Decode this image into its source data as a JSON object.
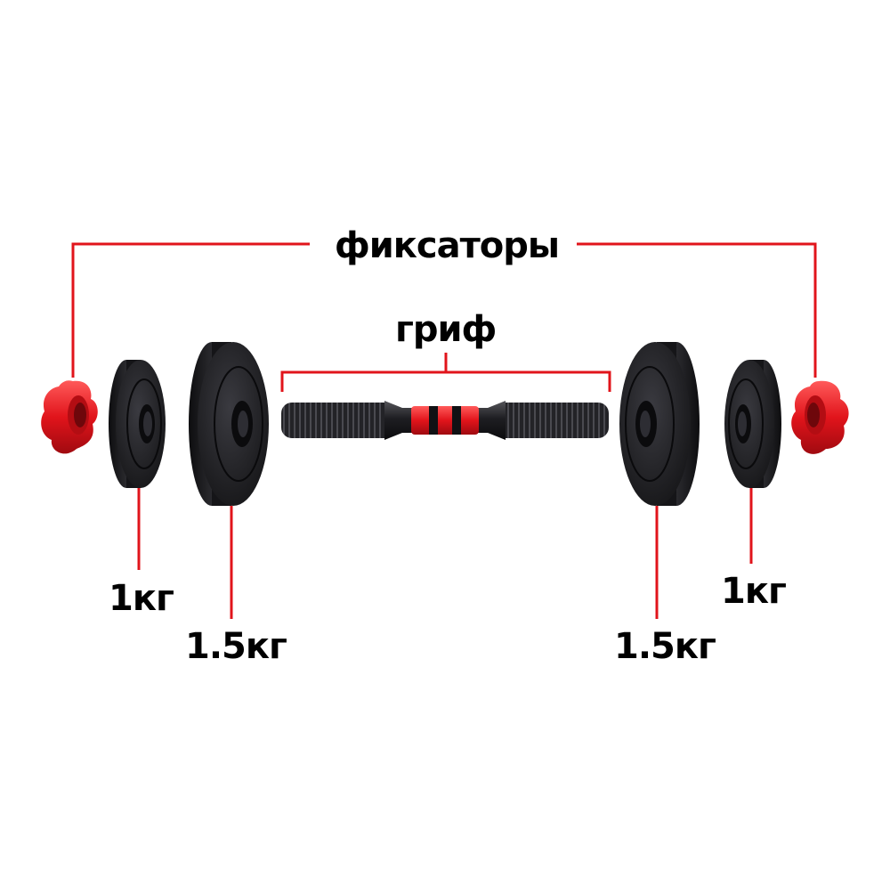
{
  "labels": {
    "locks": "фиксаторы",
    "bar": "гриф",
    "plate_small_left": "1кг",
    "plate_large_left": "1.5кг",
    "plate_large_right": "1.5кг",
    "plate_small_right": "1кг"
  },
  "colors": {
    "accent_red": "#e1141b",
    "plate_black": "#1c1c1e",
    "text": "#000000"
  }
}
